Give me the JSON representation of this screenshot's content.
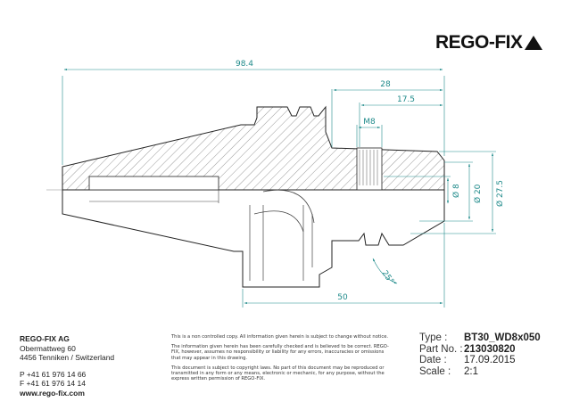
{
  "brand": {
    "logo_text": "REGO-FIX"
  },
  "dimensions": {
    "overall_length": "98.4",
    "length_28": "28",
    "length_17_5": "17.5",
    "thread": "M8",
    "bore_diameter": "Ø 8",
    "shank_diameter": "Ø 20",
    "collar_diameter": "Ø 27.5",
    "taper_length": "50",
    "angle": "25°"
  },
  "company": {
    "name": "REGO-FIX AG",
    "street": "Obermattweg 60",
    "city": "4456 Tenniken / Switzerland",
    "phone": "P +41 61 976 14 66",
    "fax": "F +41 61 976 14 14",
    "web": "www.rego-fix.com"
  },
  "disclaimer": {
    "line1": "This is a non controlled copy. All information given herein is subject to change without notice.",
    "line2": "The information given herein has been carefully checked and is believed to be correct. REGO-FIX, however, assumes no responsibility or liability for any errors, inaccuracies or omissions that may appear in this drawing.",
    "line3": "This document is subject to copyright laws. No part of this document may be reproduced or transmitted in any form or any means, electronic or mechanic, for any purpose, without the express written permission of REGO-FIX."
  },
  "info": {
    "type_label": "Type :",
    "type_value": "BT30_WD8x050",
    "part_label": "Part No. :",
    "part_value": "213030820",
    "date_label": "Date :",
    "date_value": "17.09.2015",
    "scale_label": "Scale :",
    "scale_value": "2:1"
  }
}
